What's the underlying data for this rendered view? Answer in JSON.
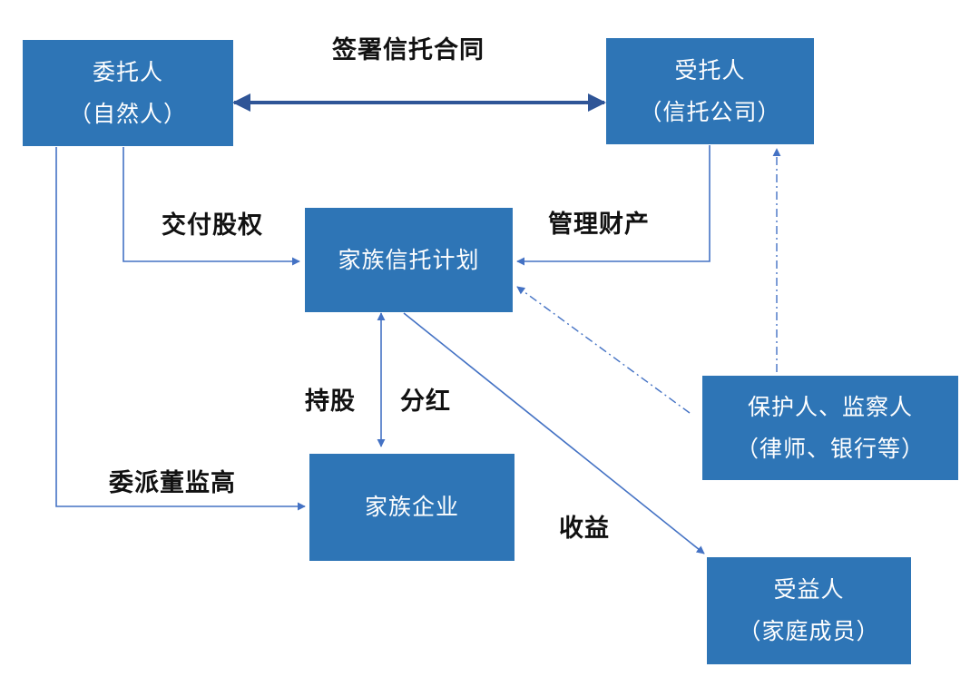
{
  "nodes": {
    "settlor": {
      "title": "委托人",
      "subtitle": "（自然人）"
    },
    "trustee": {
      "title": "受托人",
      "subtitle": "（信托公司）"
    },
    "trust_plan": {
      "title": "家族信托计划"
    },
    "family_business": {
      "title": "家族企业"
    },
    "protector": {
      "title": "保护人、监察人",
      "subtitle": "（律师、银行等）"
    },
    "beneficiary": {
      "title": "受益人",
      "subtitle": "（家庭成员）"
    }
  },
  "edge_labels": {
    "sign_contract": "签署信托合同",
    "deliver_equity": "交付股权",
    "manage_property": "管理财产",
    "hold_shares": "持股",
    "dividends": "分红",
    "appoint_directors": "委派董监高",
    "income": "收益"
  },
  "colors": {
    "node_fill": "#2e75b6",
    "arrow": "#4472c4",
    "double_arrow": "#2f5597"
  }
}
